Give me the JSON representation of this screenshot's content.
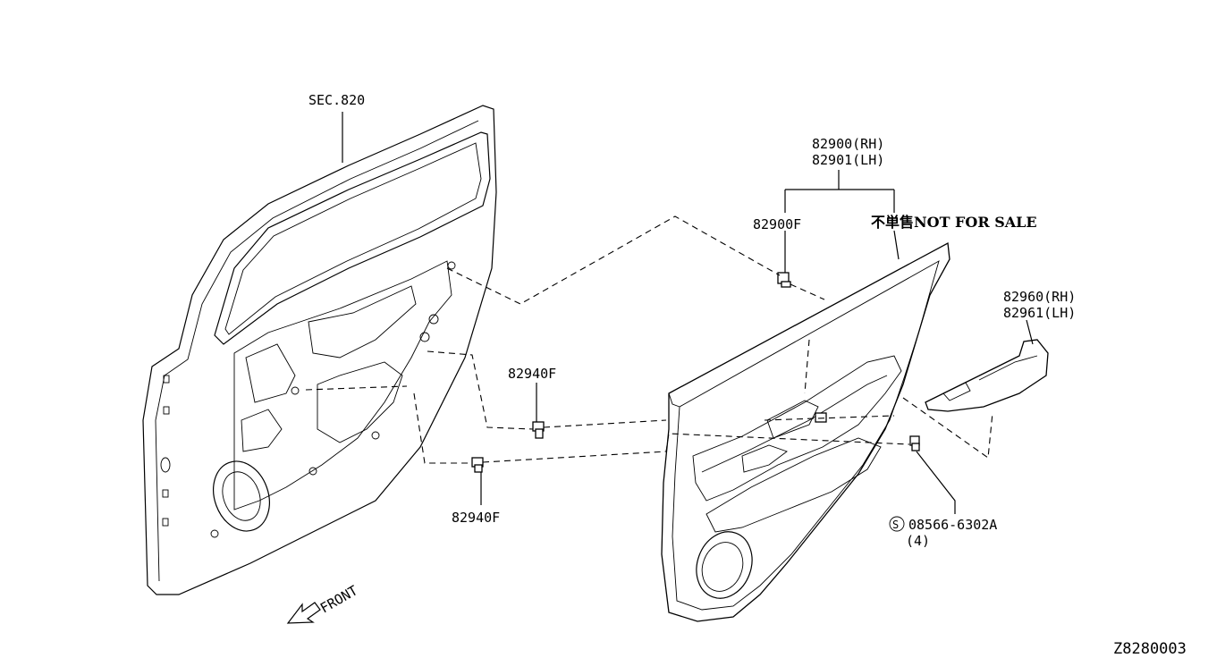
{
  "labels": {
    "sec": "SEC.820",
    "trim_rh": "82900(RH)",
    "trim_lh": "82901(LH)",
    "trim_f": "82900F",
    "not_for_sale": "不単售NOT FOR SALE",
    "clip_top": "82940F",
    "clip_bottom": "82940F",
    "finisher_rh": "82960(RH)",
    "finisher_lh": "82961(LH)",
    "screw_part": "08566-6302A",
    "screw_symbol": "S",
    "screw_qty": "(4)",
    "front": "FRONT",
    "diagram_id": "Z8280003"
  }
}
